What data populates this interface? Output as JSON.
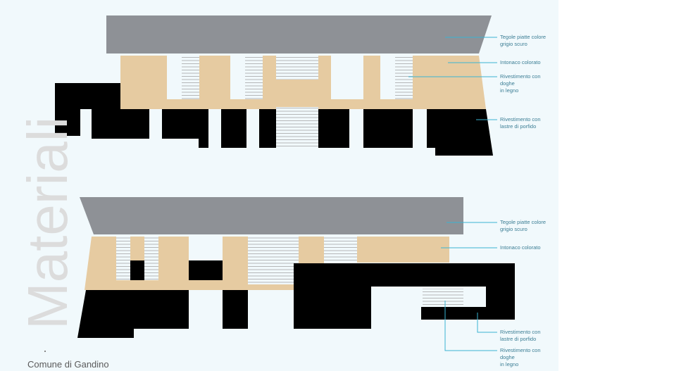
{
  "title": "Materiali",
  "footer": "Comune di Gandino",
  "colors": {
    "roof": "#8e9196",
    "plaster": "#e6cba1",
    "porphyry": "#000000",
    "wood_lines": "#9a9a9a",
    "leader": "#3ab4d2",
    "background": "#f1f9fc"
  },
  "elevation_top": {
    "labels": {
      "roof": "Tegole piatte colore\ngrigio scuro",
      "plaster": "Intonaco colorato",
      "wood": "Rivestimento con doghe\nin legno",
      "stone": "Rivestimento con\nlastre di porfido"
    }
  },
  "elevation_bottom": {
    "labels": {
      "roof": "Tegole piatte colore\ngrigio scuro",
      "plaster": "Intonaco colorato",
      "stone": "Rivestimento con\nlastre di porfido",
      "wood": "Rivestimento con doghe\nin legno"
    }
  }
}
